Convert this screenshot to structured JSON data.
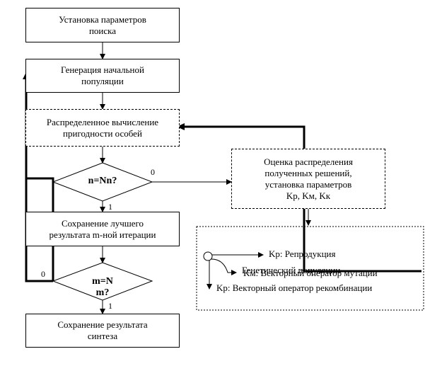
{
  "nodes": {
    "search_params": "Установка параметров\nпоиска",
    "initial_population": "Генерация начальной\nпопуляции",
    "fitness": "Распределенное вычисление\nпригодности особей",
    "decision1": "n=Nn?",
    "save_best": "Сохранение лучшего\nрезультата m-ной итерации",
    "decision2_a": "m=N",
    "decision2_b": "m?",
    "save_result": "Сохранение результата\nсинтеза",
    "estimate": "Оценка распределения\nполученных решений,\nустановка параметров\nKp, Kм, Kк"
  },
  "edge_labels": {
    "d1_no": "0",
    "d1_yes": "1",
    "d2_no": "0",
    "d2_yes": "1"
  },
  "legend": {
    "line1": "Kp: Репродукция",
    "line2_a": "Генетический популяции",
    "line2_b": "Kм: Векторный оператор мутации",
    "line3": "Kp: Векторный оператор рекомбинации"
  }
}
